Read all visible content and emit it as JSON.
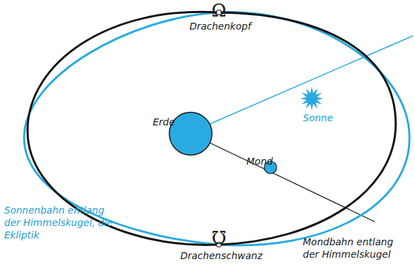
{
  "diagram": {
    "labels": [
      "Ω",
      "Drachenkopf",
      "Erde",
      "Sonne",
      "Mond",
      "℧",
      "Drachenschwanz",
      "Sonnenbahn entlang der Himmelskugel, die Ekliptik",
      "Mondbahn entlang der Himmelskugel"
    ]
  }
}
